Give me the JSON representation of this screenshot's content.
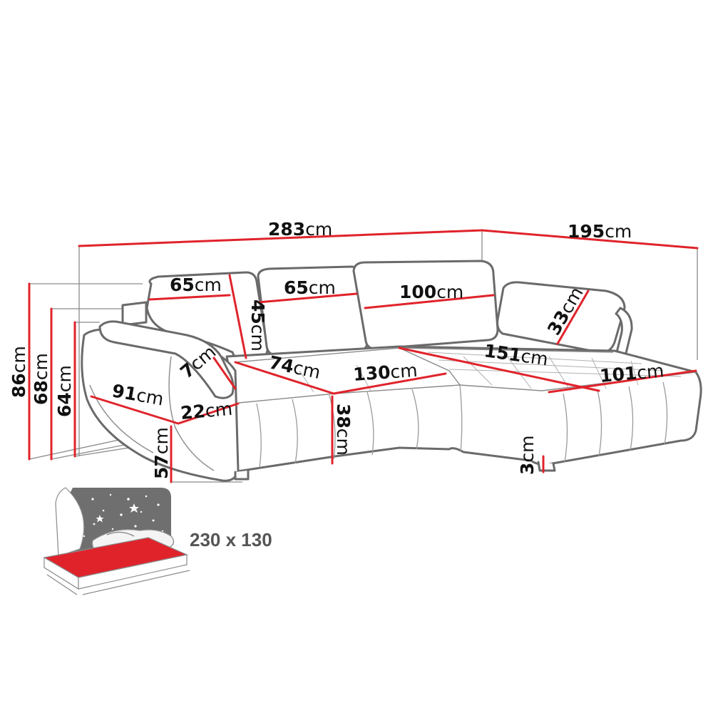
{
  "dimensions": {
    "total_width": {
      "value": "283",
      "unit": "cm"
    },
    "total_depth": {
      "value": "195",
      "unit": "cm"
    },
    "back_cushion_left": {
      "value": "65",
      "unit": "cm"
    },
    "back_cushion_middle": {
      "value": "65",
      "unit": "cm"
    },
    "back_cushion_right": {
      "value": "100",
      "unit": "cm"
    },
    "back_cushion_height": {
      "value": "45",
      "unit": "cm"
    },
    "chaise_cushion": {
      "value": "33",
      "unit": "cm"
    },
    "seat_depth": {
      "value": "74",
      "unit": "cm"
    },
    "seat_width": {
      "value": "130",
      "unit": "cm"
    },
    "chaise_length": {
      "value": "151",
      "unit": "cm"
    },
    "chaise_width": {
      "value": "101",
      "unit": "cm"
    },
    "armrest_width": {
      "value": "7",
      "unit": "cm"
    },
    "armrest_height": {
      "value": "22",
      "unit": "cm"
    },
    "armrest_depth": {
      "value": "91",
      "unit": "cm"
    },
    "seat_height": {
      "value": "38",
      "unit": "cm"
    },
    "leg_height": {
      "value": "3",
      "unit": "cm"
    },
    "total_height": {
      "value": "86",
      "unit": "cm"
    },
    "back_height": {
      "value": "68",
      "unit": "cm"
    },
    "arm_top_height": {
      "value": "64",
      "unit": "cm"
    },
    "front_height": {
      "value": "57",
      "unit": "cm"
    }
  },
  "sleeping_area": {
    "label": "230 x 130"
  },
  "colors": {
    "dimension_line": "#e0232b",
    "outline": "#6a6a6a",
    "bed_surface": "#e0232b",
    "night_panel": "#6f6f6f"
  },
  "icons": [
    "sofa-outline",
    "bed-sleeping-area-icon",
    "night-stars-icon"
  ]
}
